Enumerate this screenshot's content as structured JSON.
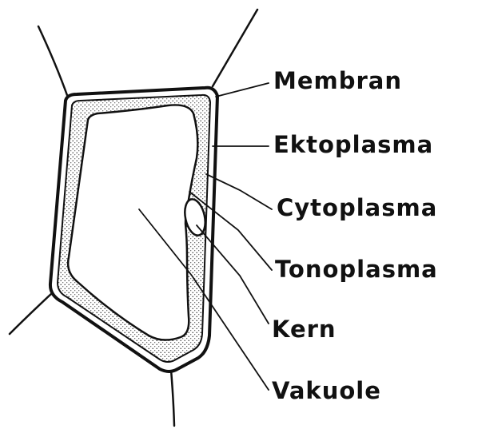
{
  "diagram": {
    "labels": {
      "membran": "Membran",
      "ektoplasma": "Ektoplasma",
      "cytoplasma": "Cytoplasma",
      "tonoplasma": "Tonoplasma",
      "kern": "Kern",
      "vakuole": "Vakuole"
    },
    "colors": {
      "ink": "#111111",
      "background": "#ffffff",
      "stipple": "#333333"
    }
  }
}
